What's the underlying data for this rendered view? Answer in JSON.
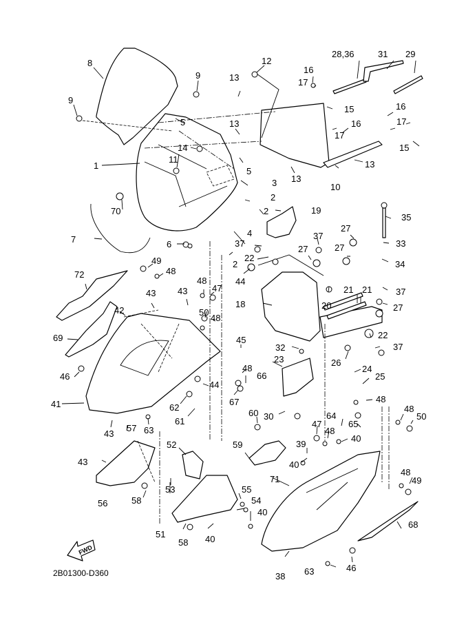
{
  "diagram": {
    "title_code": "2B01300-D360",
    "fwd_label": "FWD",
    "callouts": [
      {
        "id": "c8",
        "text": "8"
      },
      {
        "id": "c9a",
        "text": "9"
      },
      {
        "id": "c9b",
        "text": "9"
      },
      {
        "id": "c5a",
        "text": "5"
      },
      {
        "id": "c5b",
        "text": "5"
      },
      {
        "id": "c14",
        "text": "14"
      },
      {
        "id": "c11",
        "text": "11"
      },
      {
        "id": "c1",
        "text": "1"
      },
      {
        "id": "c70",
        "text": "70"
      },
      {
        "id": "c7",
        "text": "7"
      },
      {
        "id": "c6",
        "text": "6"
      },
      {
        "id": "c12",
        "text": "12"
      },
      {
        "id": "c13a",
        "text": "13"
      },
      {
        "id": "c13b",
        "text": "13"
      },
      {
        "id": "c13c",
        "text": "13"
      },
      {
        "id": "c13d",
        "text": "13"
      },
      {
        "id": "c16a",
        "text": "16"
      },
      {
        "id": "c17a",
        "text": "17"
      },
      {
        "id": "c15a",
        "text": "15"
      },
      {
        "id": "c16b",
        "text": "16"
      },
      {
        "id": "c17b",
        "text": "17"
      },
      {
        "id": "c16c",
        "text": "16"
      },
      {
        "id": "c17c",
        "text": "17"
      },
      {
        "id": "c15b",
        "text": "15"
      },
      {
        "id": "c10",
        "text": "10"
      },
      {
        "id": "c2836",
        "text": "28,36"
      },
      {
        "id": "c31",
        "text": "31"
      },
      {
        "id": "c29",
        "text": "29"
      },
      {
        "id": "c3",
        "text": "3"
      },
      {
        "id": "c2a",
        "text": "2"
      },
      {
        "id": "c2b",
        "text": "2"
      },
      {
        "id": "c2c",
        "text": "2"
      },
      {
        "id": "c4",
        "text": "4"
      },
      {
        "id": "c19",
        "text": "19"
      },
      {
        "id": "c35",
        "text": "35"
      },
      {
        "id": "c27a",
        "text": "27"
      },
      {
        "id": "c33",
        "text": "33"
      },
      {
        "id": "c27b",
        "text": "27"
      },
      {
        "id": "c34",
        "text": "34"
      },
      {
        "id": "c37a",
        "text": "37"
      },
      {
        "id": "c37b",
        "text": "37"
      },
      {
        "id": "c27c",
        "text": "27"
      },
      {
        "id": "c22a",
        "text": "22"
      },
      {
        "id": "c44a",
        "text": "44"
      },
      {
        "id": "c20",
        "text": "20"
      },
      {
        "id": "c21a",
        "text": "21"
      },
      {
        "id": "c21b",
        "text": "21"
      },
      {
        "id": "c37c",
        "text": "37"
      },
      {
        "id": "c27d",
        "text": "27"
      },
      {
        "id": "c18",
        "text": "18"
      },
      {
        "id": "c22b",
        "text": "22"
      },
      {
        "id": "c37d",
        "text": "37"
      },
      {
        "id": "c32",
        "text": "32"
      },
      {
        "id": "c26",
        "text": "26"
      },
      {
        "id": "c23",
        "text": "23"
      },
      {
        "id": "c24",
        "text": "24"
      },
      {
        "id": "c25",
        "text": "25"
      },
      {
        "id": "c72",
        "text": "72"
      },
      {
        "id": "c49a",
        "text": "49"
      },
      {
        "id": "c48a",
        "text": "48"
      },
      {
        "id": "c43a",
        "text": "43"
      },
      {
        "id": "c43b",
        "text": "43"
      },
      {
        "id": "c48b",
        "text": "48"
      },
      {
        "id": "c47a",
        "text": "47"
      },
      {
        "id": "c50a",
        "text": "50"
      },
      {
        "id": "c48c",
        "text": "48"
      },
      {
        "id": "c42",
        "text": "42"
      },
      {
        "id": "c69",
        "text": "69"
      },
      {
        "id": "c46a",
        "text": "46"
      },
      {
        "id": "c45",
        "text": "45"
      },
      {
        "id": "c48d",
        "text": "48"
      },
      {
        "id": "c66",
        "text": "66"
      },
      {
        "id": "c67",
        "text": "67"
      },
      {
        "id": "c44b",
        "text": "44"
      },
      {
        "id": "c41",
        "text": "41"
      },
      {
        "id": "c62",
        "text": "62"
      },
      {
        "id": "c61",
        "text": "61"
      },
      {
        "id": "c63a",
        "text": "63"
      },
      {
        "id": "c43c",
        "text": "43"
      },
      {
        "id": "c57",
        "text": "57"
      },
      {
        "id": "c43d",
        "text": "43"
      },
      {
        "id": "c30",
        "text": "30"
      },
      {
        "id": "c60",
        "text": "60"
      },
      {
        "id": "c64",
        "text": "64"
      },
      {
        "id": "c65",
        "text": "65"
      },
      {
        "id": "c48e",
        "text": "48"
      },
      {
        "id": "c48f",
        "text": "48"
      },
      {
        "id": "c50b",
        "text": "50"
      },
      {
        "id": "c47b",
        "text": "47"
      },
      {
        "id": "c48g",
        "text": "48"
      },
      {
        "id": "c40a",
        "text": "40"
      },
      {
        "id": "c39",
        "text": "39"
      },
      {
        "id": "c40b",
        "text": "40"
      },
      {
        "id": "c59",
        "text": "59"
      },
      {
        "id": "c52",
        "text": "52"
      },
      {
        "id": "c56",
        "text": "56"
      },
      {
        "id": "c58a",
        "text": "58"
      },
      {
        "id": "c53",
        "text": "53"
      },
      {
        "id": "c71",
        "text": "71"
      },
      {
        "id": "c48h",
        "text": "48"
      },
      {
        "id": "c49b",
        "text": "49"
      },
      {
        "id": "c55",
        "text": "55"
      },
      {
        "id": "c54",
        "text": "54"
      },
      {
        "id": "c40c",
        "text": "40"
      },
      {
        "id": "c51",
        "text": "51"
      },
      {
        "id": "c58b",
        "text": "58"
      },
      {
        "id": "c40d",
        "text": "40"
      },
      {
        "id": "c68",
        "text": "68"
      },
      {
        "id": "c38",
        "text": "38"
      },
      {
        "id": "c63b",
        "text": "63"
      },
      {
        "id": "c46b",
        "text": "46"
      }
    ]
  }
}
